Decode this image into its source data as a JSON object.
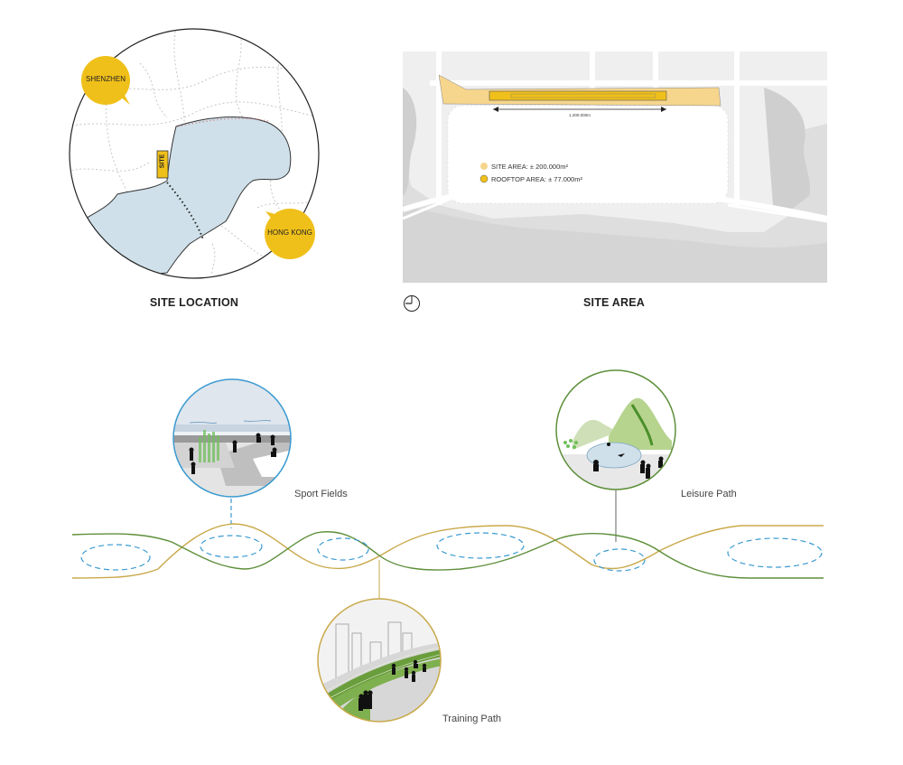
{
  "site_location": {
    "caption": "SITE LOCATION",
    "bubbles": {
      "shenzhen": "SHENZHEN",
      "hong_kong": "HONG KONG"
    },
    "site_tag": "SITE"
  },
  "site_area": {
    "caption": "SITE AREA",
    "scale_label": "1.200.000m",
    "legend": [
      {
        "label": "SITE AREA: ± 200.000m²",
        "color": "#f6d58d"
      },
      {
        "label": "ROOFTOP AREA: ± 77.000m²",
        "color": "#f0c01a"
      }
    ]
  },
  "diagram": {
    "sport_fields": "Sport Fields",
    "leisure_path": "Leisure Path",
    "training_path": "Training Path"
  },
  "colors": {
    "accent_yellow": "#f0c01a",
    "sea_blue": "#cfe0ea",
    "green_line": "#5e8f3a",
    "gold_line": "#c9a94a",
    "dash_blue": "#3a9ad0"
  }
}
